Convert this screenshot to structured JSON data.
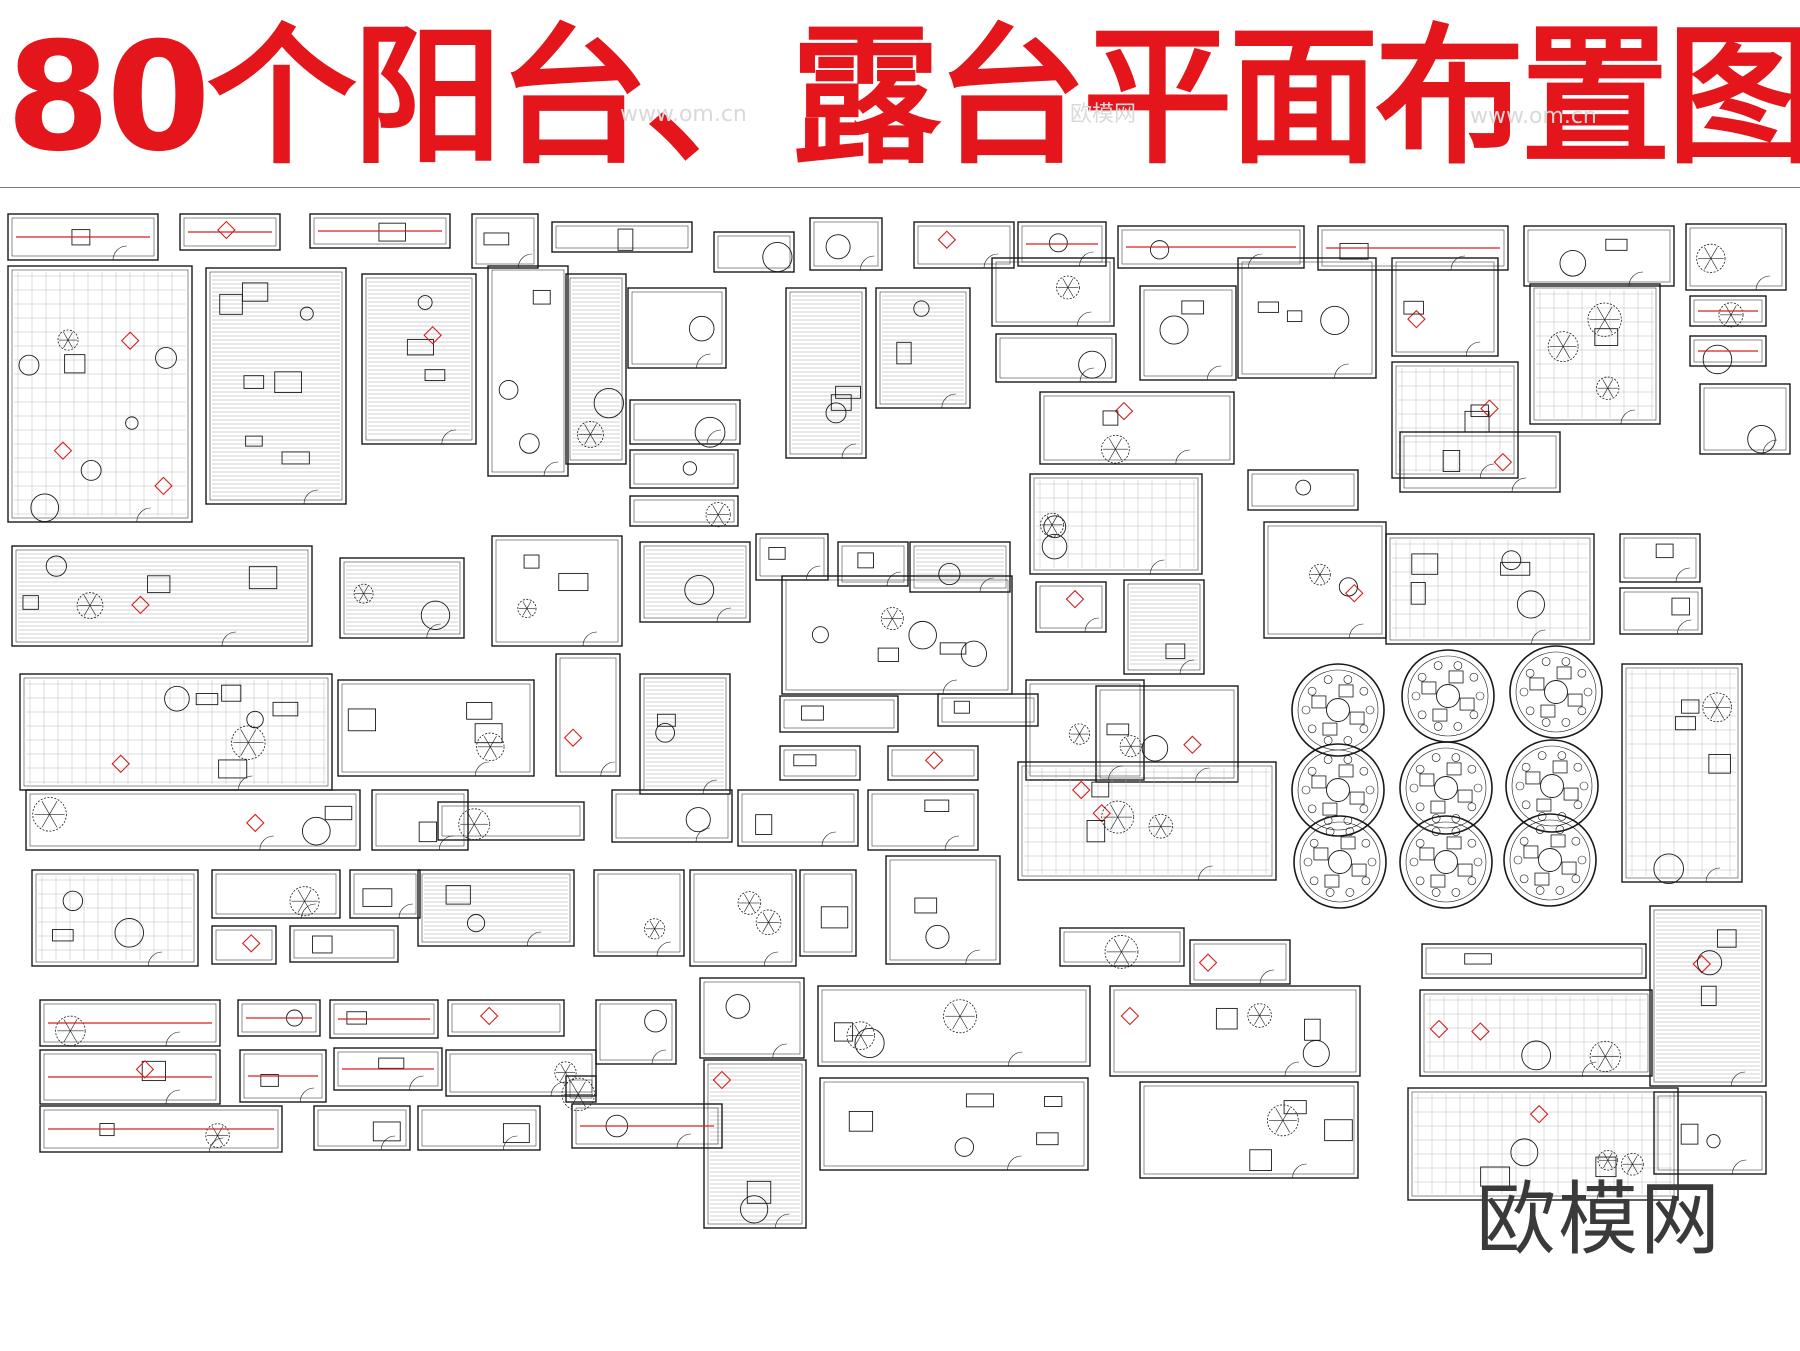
{
  "title": "80个阳台、露台平面布置图",
  "watermark_main": "欧模网",
  "watermark_faint": "欧模网",
  "watermark_url": "www.om.cn",
  "colors": {
    "title_red": "#e4161b",
    "line": "#1a1a1a",
    "accent_red": "#d62020"
  },
  "plans_count": 80
}
